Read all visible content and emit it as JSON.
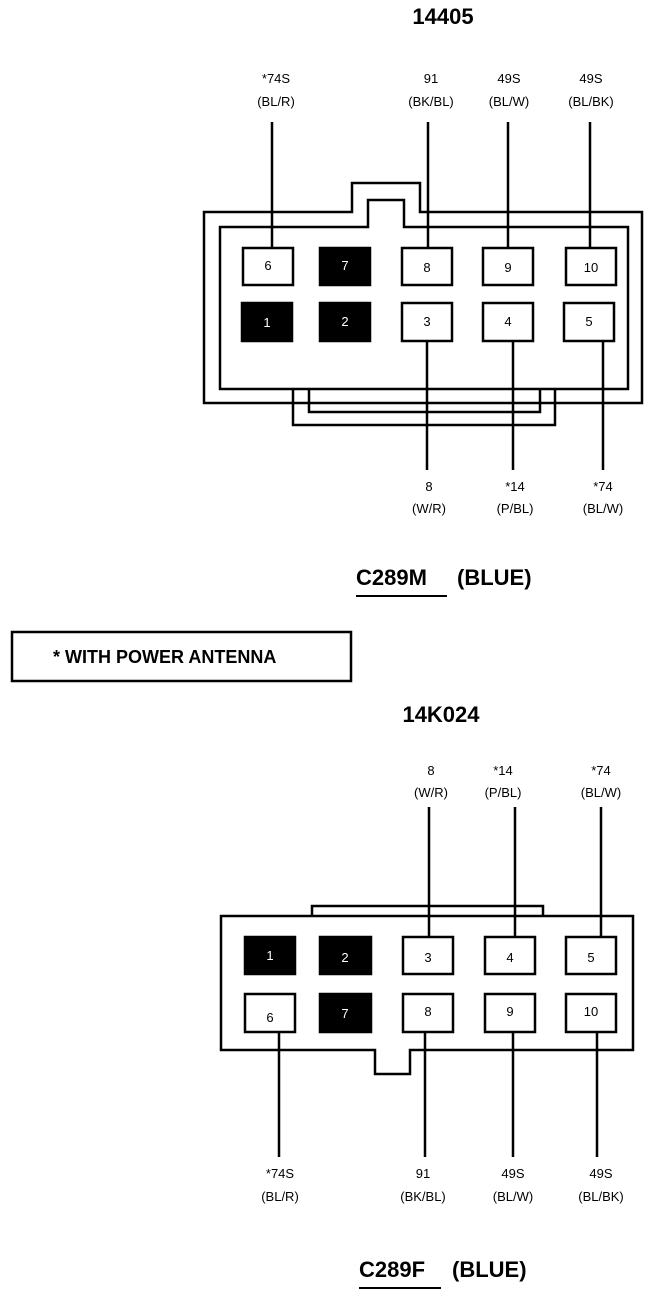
{
  "upper": {
    "part_number": "14405",
    "connector_id": "C289M",
    "connector_color": "(BLUE)",
    "pins": [
      {
        "n": "6",
        "filled": false
      },
      {
        "n": "7",
        "filled": true
      },
      {
        "n": "8",
        "filled": false
      },
      {
        "n": "9",
        "filled": false
      },
      {
        "n": "10",
        "filled": false
      },
      {
        "n": "1",
        "filled": true
      },
      {
        "n": "2",
        "filled": true
      },
      {
        "n": "3",
        "filled": false
      },
      {
        "n": "4",
        "filled": false
      },
      {
        "n": "5",
        "filled": false
      }
    ],
    "wires_top": [
      {
        "pin": "6",
        "circuit": "*74S",
        "color": "(BL/R)"
      },
      {
        "pin": "8",
        "circuit": "91",
        "color": "(BK/BL)"
      },
      {
        "pin": "9",
        "circuit": "49S",
        "color": "(BL/W)"
      },
      {
        "pin": "10",
        "circuit": "49S",
        "color": "(BL/BK)"
      }
    ],
    "wires_bottom": [
      {
        "pin": "3",
        "circuit": "8",
        "color": "(W/R)"
      },
      {
        "pin": "4",
        "circuit": "*14",
        "color": "(P/BL)"
      },
      {
        "pin": "5",
        "circuit": "*74",
        "color": "(BL/W)"
      }
    ]
  },
  "note": {
    "text": "*  WITH POWER ANTENNA"
  },
  "lower": {
    "part_number": "14K024",
    "connector_id": "C289F",
    "connector_color": "(BLUE)",
    "pins": [
      {
        "n": "1",
        "filled": true
      },
      {
        "n": "2",
        "filled": true
      },
      {
        "n": "3",
        "filled": false
      },
      {
        "n": "4",
        "filled": false
      },
      {
        "n": "5",
        "filled": false
      },
      {
        "n": "6",
        "filled": false
      },
      {
        "n": "7",
        "filled": true
      },
      {
        "n": "8",
        "filled": false
      },
      {
        "n": "9",
        "filled": false
      },
      {
        "n": "10",
        "filled": false
      }
    ],
    "wires_top": [
      {
        "pin": "3",
        "circuit": "8",
        "color": "(W/R)"
      },
      {
        "pin": "4",
        "circuit": "*14",
        "color": "(P/BL)"
      },
      {
        "pin": "5",
        "circuit": "*74",
        "color": "(BL/W)"
      }
    ],
    "wires_bottom": [
      {
        "pin": "6",
        "circuit": "*74S",
        "color": "(BL/R)"
      },
      {
        "pin": "8",
        "circuit": "91",
        "color": "(BK/BL)"
      },
      {
        "pin": "9",
        "circuit": "49S",
        "color": "(BL/W)"
      },
      {
        "pin": "10",
        "circuit": "49S",
        "color": "(BL/BK)"
      }
    ]
  }
}
